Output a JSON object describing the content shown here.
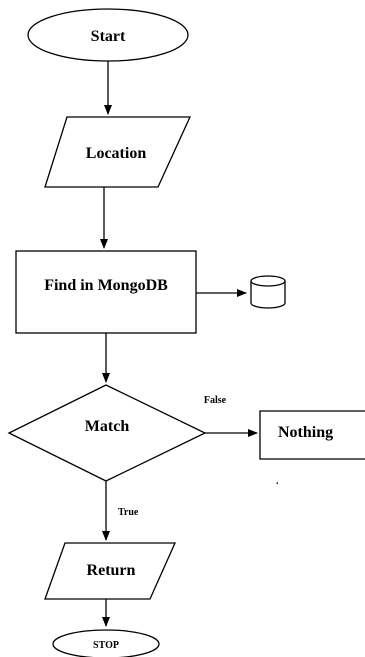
{
  "nodes": {
    "start": "Start",
    "location": "Location",
    "find": "Find in MongoDB",
    "match": "Match",
    "nothing": "Nothing",
    "return": "Return",
    "stop": "STOP"
  },
  "edges": {
    "false_label": "False",
    "true_label": "True"
  },
  "annotations": {
    "dot": "."
  }
}
